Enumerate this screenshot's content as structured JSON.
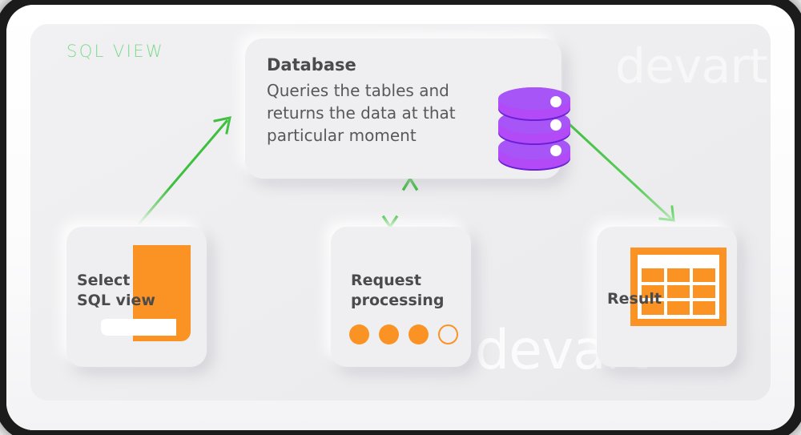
{
  "diagram": {
    "section_label": "SQL VIEW",
    "watermark_text": "devart",
    "accent_green": "#4CC94C",
    "accent_orange": "#FB9324",
    "accent_purple": "#A855F7",
    "label_green": "#7ED98B",
    "panel_bg": "#EFEFF1"
  },
  "database_card": {
    "title": "Database",
    "description": "Queries the tables and returns the data at that particular moment",
    "icon": "database-cylinder-icon"
  },
  "steps": [
    {
      "id": "select-sql-view",
      "label_line1": "Select",
      "label_line2": "SQL view",
      "icon": "book-icon"
    },
    {
      "id": "request-processing",
      "label_line1": "Request",
      "label_line2": "processing",
      "icon": "loading-dots-icon",
      "dots": [
        "filled",
        "filled",
        "filled",
        "hollow"
      ]
    },
    {
      "id": "result",
      "label_line1": "Result",
      "label_line2": "",
      "icon": "table-grid-icon"
    }
  ],
  "arrows": [
    {
      "id": "select-to-database",
      "direction": "up-right"
    },
    {
      "id": "database-to-result",
      "direction": "down-right"
    },
    {
      "id": "database-to-request",
      "direction": "down"
    },
    {
      "id": "request-to-database",
      "direction": "up"
    }
  ]
}
